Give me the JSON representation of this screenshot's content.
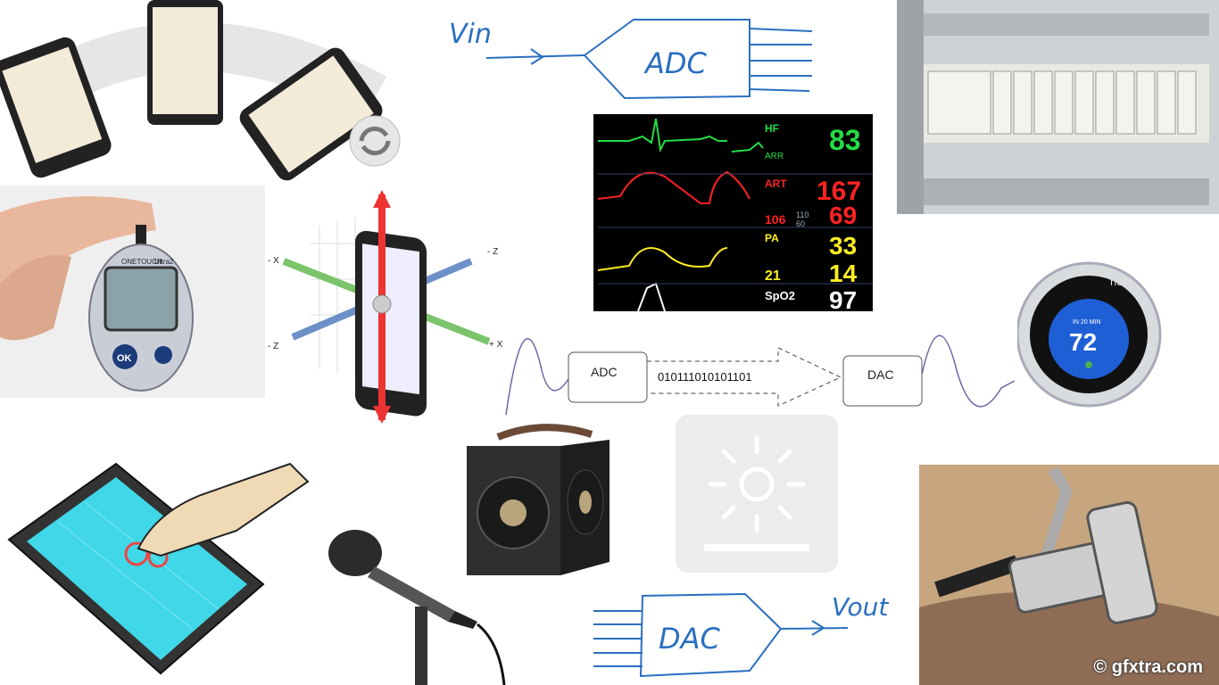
{
  "colors": {
    "ink_blue": "#2a6fc0",
    "monitor_bg": "#000000",
    "hr_green": "#22dd44",
    "art_red": "#ff2222",
    "pa_yellow": "#ffee22",
    "spo2_white": "#ffffff",
    "nest_blue": "#1f5fd6",
    "tablet_cyan": "#40d8e8"
  },
  "adc_sketch": {
    "input_label": "Vin",
    "block_label": "ADC"
  },
  "dac_sketch": {
    "block_label": "DAC",
    "output_label": "Vout"
  },
  "monitor": {
    "labels": [
      "HF",
      "ARR",
      "ART",
      "106",
      "110",
      "60",
      "PA",
      "21",
      "SpO2"
    ],
    "values": [
      "83",
      "167",
      "69",
      "33",
      "14",
      "97"
    ]
  },
  "signal_chain": {
    "adc_label": "ADC",
    "bits": "010111010101101",
    "dac_label": "DAC"
  },
  "thermostat": {
    "brand": "nest",
    "status": "IN 20 MIN",
    "temperature": "72"
  },
  "glucometer": {
    "brand": "ONETOUCH",
    "model": "Ultra2",
    "ok_label": "OK"
  },
  "gyro_axes": {
    "x_neg": "- X",
    "z_pos": "- Z",
    "z_neg": "- Z",
    "x_pos": "+ X"
  },
  "watermark": "© gfxtra.com",
  "icons": [
    "rotate-icon",
    "brightness-icon",
    "microphone-icon",
    "speaker-icon",
    "touch-icon"
  ]
}
